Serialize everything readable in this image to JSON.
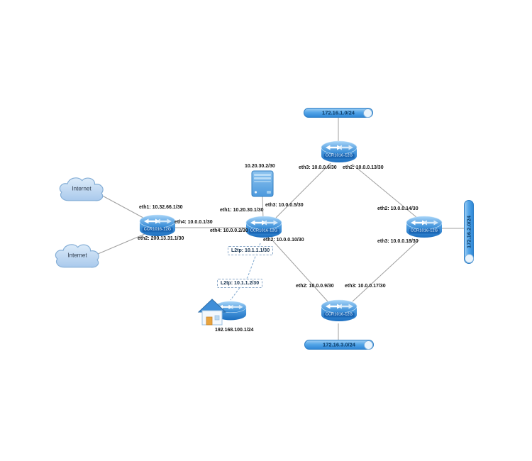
{
  "clouds": [
    {
      "label": "Internet"
    },
    {
      "label": "Internet"
    }
  ],
  "routers": {
    "border": {
      "label": "CCR1016-12G"
    },
    "core": {
      "label": "CCR1016-12G"
    },
    "top": {
      "label": "CCR1016-12G"
    },
    "right": {
      "label": "CCR1016-12G"
    },
    "bottom": {
      "label": "CCR1016-12G"
    }
  },
  "segments": {
    "top": {
      "label": "172.16.1.0/24"
    },
    "right": {
      "label": "172.16.2.0/24"
    },
    "bottom": {
      "label": "172.16.3.0/24"
    }
  },
  "server": {
    "label": "10.20.30.2/30"
  },
  "home": {
    "label": "192.168.100.1/24"
  },
  "tunnels": [
    {
      "label": "L2tp: 10.1.1.1/30"
    },
    {
      "label": "L2tp: 10.1.1.2/30"
    }
  ],
  "interfaces": {
    "border_eth1": "eth1: 10.32.66.1/30",
    "border_eth4": "eth4: 10.0.0.1/30",
    "border_eth2": "eth2: 200.13.31.1/30",
    "core_eth1": "eth1: 10.20.30.1/30",
    "core_eth3": "eth3: 10.0.0.5/30",
    "core_eth4": "eth4: 10.0.0.2/30",
    "core_eth2": "eth2: 10.0.0.10/30",
    "top_eth3": "eth3: 10.0.0.6/30",
    "top_eth2": "eth2: 10.0.0.13/30",
    "right_eth2": "eth2: 10.0.0.14/30",
    "right_eth3": "eth3: 10.0.0.18/30",
    "bottom_eth2": "eth2: 10.0.0.9/30",
    "bottom_eth3": "eth3: 10.0.0.17/30"
  },
  "icons": {
    "cloud": "cloud-icon",
    "router": "router-icon",
    "server": "server-icon",
    "home": "home-router-icon",
    "segment": "network-segment-pipe"
  },
  "colors": {
    "node_fill": "#4da3e8",
    "node_border": "#2b7cc4",
    "wire": "#9f9f9f",
    "tunnel_dash": "#7fa8d0",
    "label_text": "#141414",
    "segment_text": "#0a3a66"
  }
}
